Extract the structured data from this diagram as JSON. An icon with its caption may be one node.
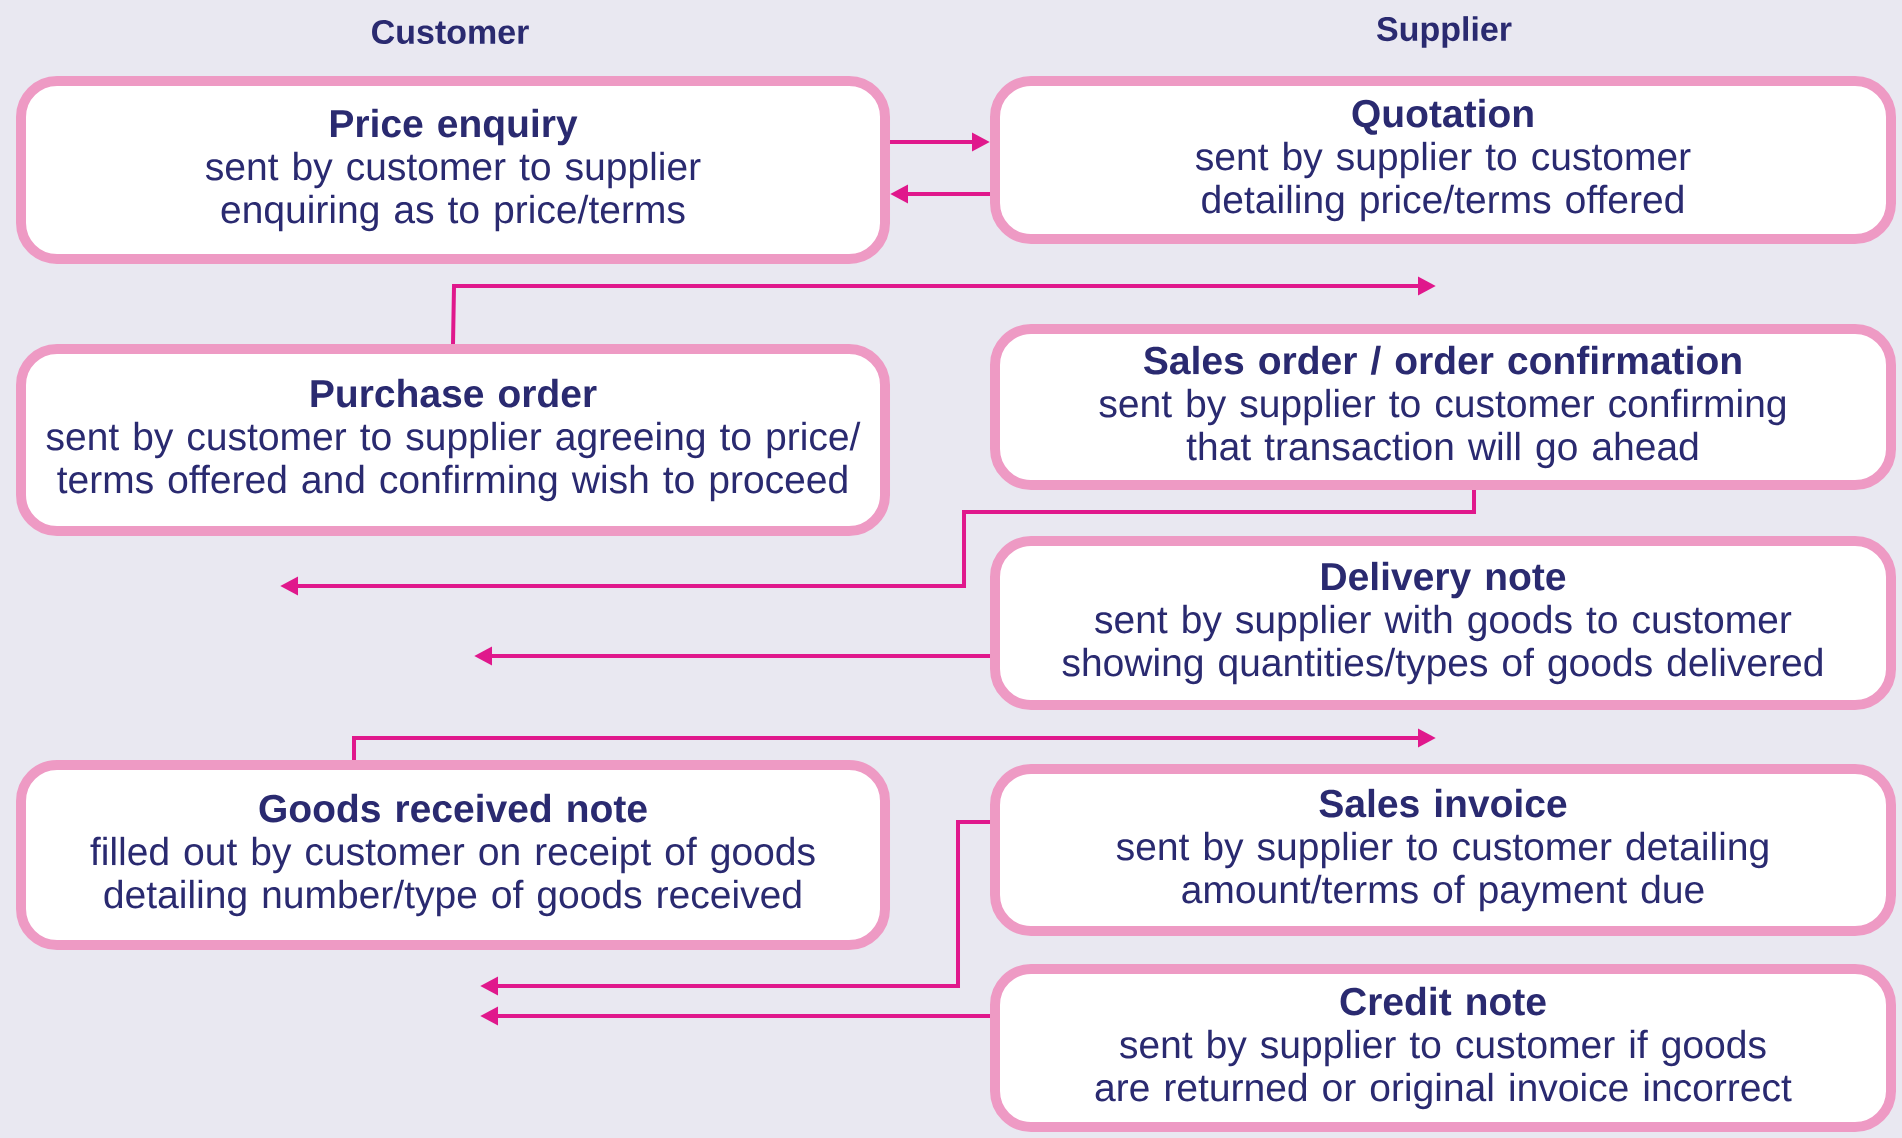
{
  "diagram": {
    "nodes": [
      {
        "text": [
          "Price enquiry",
          "sent by customer to supplier enquiring as to price/terms"
        ]
      },
      {
        "text": [
          "Quotation",
          "sent by supplier to customer detailing price/terms offered"
        ]
      },
      {
        "text": [
          "Purchase order",
          "sent by customer to supplier agreeing to price/ terms offered and confirming wish to proceed"
        ]
      },
      {
        "text": [
          "Sales order / order confirmation",
          "sent by supplier to customer confirming that transaction will go ahead"
        ]
      },
      {
        "text": [
          "Delivery note",
          "sent by supplier with goods to customer showing quantities/types of goods delivered"
        ]
      },
      {
        "text": [
          "Goods received note",
          "filled out by customer on receipt of goods detailing number/type of goods received"
        ]
      },
      {
        "text": [
          "Sales invoice",
          "sent by supplier to customer detailing amount/terms of payment due"
        ]
      },
      {
        "text": [
          "Credit note",
          "sent by supplier to customer if goods are returned or original invoice incorrect"
        ]
      }
    ],
    "edges": [
      {
        "from": 0,
        "to": 1,
        "arrow": "to"
      },
      {
        "from": 1,
        "to": 0,
        "arrow": "to"
      },
      {
        "from": 2,
        "to": null,
        "arrow": "to"
      },
      {
        "from": 3,
        "to": null,
        "arrow": "to"
      },
      {
        "from": 4,
        "to": null,
        "arrow": "to"
      },
      {
        "from": 5,
        "to": null,
        "arrow": "to"
      },
      {
        "from": 6,
        "to": null,
        "arrow": "to"
      },
      {
        "from": 7,
        "to": null,
        "arrow": "to"
      }
    ],
    "labels": [
      "Customer",
      "Supplier"
    ]
  }
}
